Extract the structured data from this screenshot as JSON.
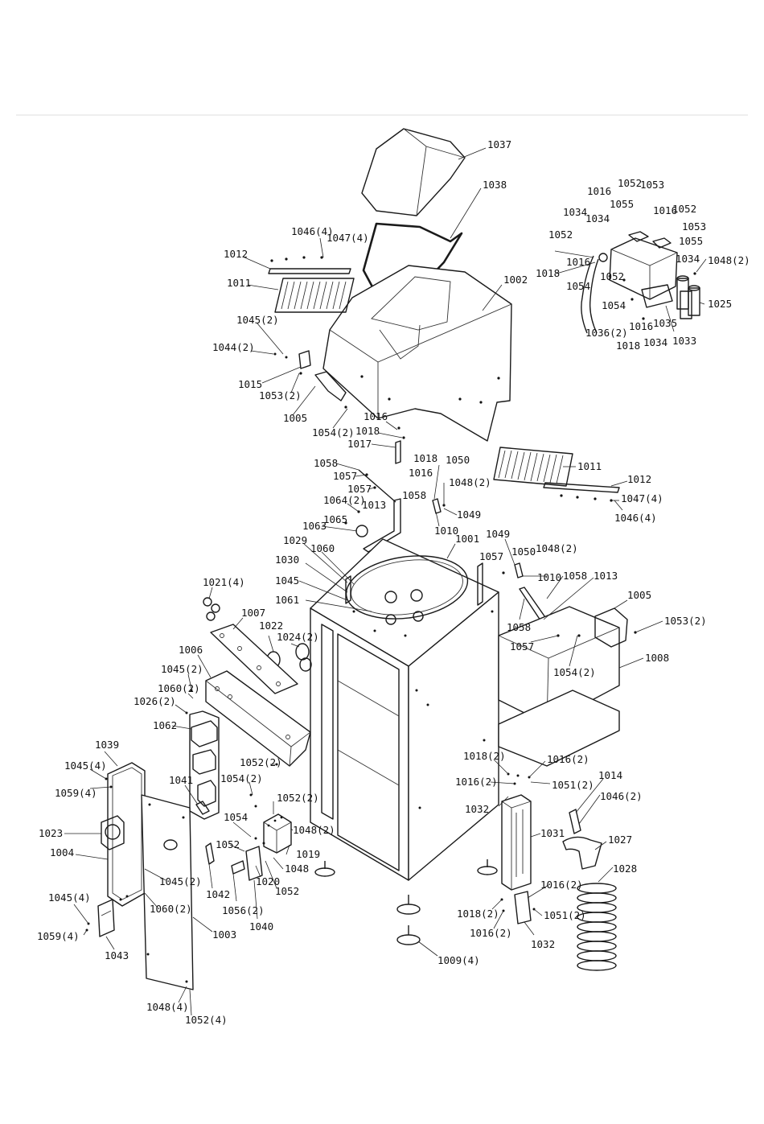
{
  "diagram": {
    "labels": [
      {
        "id": "1037",
        "text": "1037"
      },
      {
        "id": "1038",
        "text": "1038"
      },
      {
        "id": "1002",
        "text": "1002"
      },
      {
        "id": "1046a",
        "text": "1046(4)"
      },
      {
        "id": "1047a",
        "text": "1047(4)"
      },
      {
        "id": "1012a",
        "text": "1012"
      },
      {
        "id": "1011a",
        "text": "1011"
      },
      {
        "id": "1045a",
        "text": "1045(2)"
      },
      {
        "id": "1044",
        "text": "1044(2)"
      },
      {
        "id": "1015",
        "text": "1015"
      },
      {
        "id": "1053a",
        "text": "1053(2)"
      },
      {
        "id": "1005a",
        "text": "1005"
      },
      {
        "id": "1054a",
        "text": "1054(2)"
      },
      {
        "id": "1016a",
        "text": "1016"
      },
      {
        "id": "1018a",
        "text": "1018"
      },
      {
        "id": "1017",
        "text": "1017"
      },
      {
        "id": "1018b",
        "text": "1018"
      },
      {
        "id": "1016b",
        "text": "1016"
      },
      {
        "id": "1058a",
        "text": "1058"
      },
      {
        "id": "1057a",
        "text": "1057"
      },
      {
        "id": "1057b",
        "text": "1057"
      },
      {
        "id": "1013a",
        "text": "1013"
      },
      {
        "id": "1058b",
        "text": "1058"
      },
      {
        "id": "1050a",
        "text": "1050"
      },
      {
        "id": "1048a",
        "text": "1048(2)"
      },
      {
        "id": "1049a",
        "text": "1049"
      },
      {
        "id": "1010a",
        "text": "1010"
      },
      {
        "id": "1064",
        "text": "1064(2)"
      },
      {
        "id": "1065",
        "text": "1065"
      },
      {
        "id": "1063",
        "text": "1063"
      },
      {
        "id": "1029",
        "text": "1029"
      },
      {
        "id": "1060a",
        "text": "1060"
      },
      {
        "id": "1030",
        "text": "1030"
      },
      {
        "id": "1045b",
        "text": "1045"
      },
      {
        "id": "1061",
        "text": "1061"
      },
      {
        "id": "1001",
        "text": "1001"
      },
      {
        "id": "1011b",
        "text": "1011"
      },
      {
        "id": "1012b",
        "text": "1012"
      },
      {
        "id": "1047b",
        "text": "1047(4)"
      },
      {
        "id": "1046b",
        "text": "1046(4)"
      },
      {
        "id": "1016c",
        "text": "1016"
      },
      {
        "id": "1052a",
        "text": "1052"
      },
      {
        "id": "1053b",
        "text": "1053"
      },
      {
        "id": "1034a",
        "text": "1034"
      },
      {
        "id": "1055a",
        "text": "1055"
      },
      {
        "id": "1034b",
        "text": "1034"
      },
      {
        "id": "1016d",
        "text": "1016"
      },
      {
        "id": "1052b",
        "text": "1052"
      },
      {
        "id": "1053c",
        "text": "1053"
      },
      {
        "id": "1055b",
        "text": "1055"
      },
      {
        "id": "1052c",
        "text": "1052"
      },
      {
        "id": "1034c",
        "text": "1034"
      },
      {
        "id": "1048b",
        "text": "1048(2)"
      },
      {
        "id": "1016e",
        "text": "1016"
      },
      {
        "id": "1018c",
        "text": "1018"
      },
      {
        "id": "1052d",
        "text": "1052"
      },
      {
        "id": "1054b",
        "text": "1054"
      },
      {
        "id": "1054c",
        "text": "1054"
      },
      {
        "id": "1025",
        "text": "1025"
      },
      {
        "id": "1036",
        "text": "1036(2)"
      },
      {
        "id": "1016f",
        "text": "1016"
      },
      {
        "id": "1035",
        "text": "1035"
      },
      {
        "id": "1018d",
        "text": "1018"
      },
      {
        "id": "1034d",
        "text": "1034"
      },
      {
        "id": "1033",
        "text": "1033"
      },
      {
        "id": "1049b",
        "text": "1049"
      },
      {
        "id": "1050b",
        "text": "1050"
      },
      {
        "id": "1048c",
        "text": "1048(2)"
      },
      {
        "id": "1057c",
        "text": "1057"
      },
      {
        "id": "1010b",
        "text": "1010"
      },
      {
        "id": "1058c",
        "text": "1058"
      },
      {
        "id": "1013b",
        "text": "1013"
      },
      {
        "id": "1005b",
        "text": "1005"
      },
      {
        "id": "1058d",
        "text": "1058"
      },
      {
        "id": "1053d",
        "text": "1053(2)"
      },
      {
        "id": "1057d",
        "text": "1057"
      },
      {
        "id": "1054d",
        "text": "1054(2)"
      },
      {
        "id": "1008",
        "text": "1008"
      },
      {
        "id": "1021",
        "text": "1021(4)"
      },
      {
        "id": "1007",
        "text": "1007"
      },
      {
        "id": "1022",
        "text": "1022"
      },
      {
        "id": "1024",
        "text": "1024(2)"
      },
      {
        "id": "1006",
        "text": "1006"
      },
      {
        "id": "1045c",
        "text": "1045(2)"
      },
      {
        "id": "1060b",
        "text": "1060(2)"
      },
      {
        "id": "1026",
        "text": "1026(2)"
      },
      {
        "id": "1062",
        "text": "1062"
      },
      {
        "id": "1039",
        "text": "1039"
      },
      {
        "id": "1045d",
        "text": "1045(4)"
      },
      {
        "id": "1059a",
        "text": "1059(4)"
      },
      {
        "id": "1041",
        "text": "1041"
      },
      {
        "id": "1052e",
        "text": "1052(2)"
      },
      {
        "id": "1054e",
        "text": "1054(2)"
      },
      {
        "id": "1052f",
        "text": "1052(2)"
      },
      {
        "id": "1048d",
        "text": "1048(2)"
      },
      {
        "id": "1023",
        "text": "1023"
      },
      {
        "id": "1054f",
        "text": "1054"
      },
      {
        "id": "1004",
        "text": "1004"
      },
      {
        "id": "1052g",
        "text": "1052"
      },
      {
        "id": "1019",
        "text": "1019"
      },
      {
        "id": "1048e",
        "text": "1048"
      },
      {
        "id": "1020",
        "text": "1020"
      },
      {
        "id": "1052h",
        "text": "1052"
      },
      {
        "id": "1045e",
        "text": "1045(2)"
      },
      {
        "id": "1042",
        "text": "1042"
      },
      {
        "id": "1060c",
        "text": "1060(2)"
      },
      {
        "id": "1056",
        "text": "1056(2)"
      },
      {
        "id": "1040",
        "text": "1040"
      },
      {
        "id": "1003",
        "text": "1003"
      },
      {
        "id": "1045f",
        "text": "1045(4)"
      },
      {
        "id": "1059b",
        "text": "1059(4)"
      },
      {
        "id": "1043",
        "text": "1043"
      },
      {
        "id": "1048f",
        "text": "1048(4)"
      },
      {
        "id": "1052i",
        "text": "1052(4)"
      },
      {
        "id": "1018e",
        "text": "1018(2)"
      },
      {
        "id": "1016g",
        "text": "1016(2)"
      },
      {
        "id": "1016h",
        "text": "1016(2)"
      },
      {
        "id": "1051a",
        "text": "1051(2)"
      },
      {
        "id": "1032a",
        "text": "1032"
      },
      {
        "id": "1014",
        "text": "1014"
      },
      {
        "id": "1046c",
        "text": "1046(2)"
      },
      {
        "id": "1031",
        "text": "1031"
      },
      {
        "id": "1027",
        "text": "1027"
      },
      {
        "id": "1028",
        "text": "1028"
      },
      {
        "id": "1016i",
        "text": "1016(2)"
      },
      {
        "id": "1018f",
        "text": "1018(2)"
      },
      {
        "id": "1051b",
        "text": "1051(2)"
      },
      {
        "id": "1016j",
        "text": "1016(2)"
      },
      {
        "id": "1032b",
        "text": "1032"
      },
      {
        "id": "1009",
        "text": "1009(4)"
      }
    ]
  }
}
